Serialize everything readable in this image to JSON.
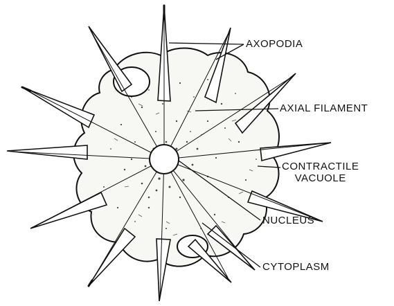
{
  "diagram": {
    "labels": {
      "axopodia": "AXOPODIA",
      "axial_filament": "AXIAL FILAMENT",
      "contractile_vacuole_line1": "CONTRACTILE",
      "contractile_vacuole_line2": "VACUOLE",
      "nucleus": "NUCLEUS",
      "cytoplasm": "CYTOPLASM"
    },
    "colors": {
      "ink": "#111111",
      "body_fill": "#f7f7f3",
      "stipple": "#444444"
    }
  }
}
